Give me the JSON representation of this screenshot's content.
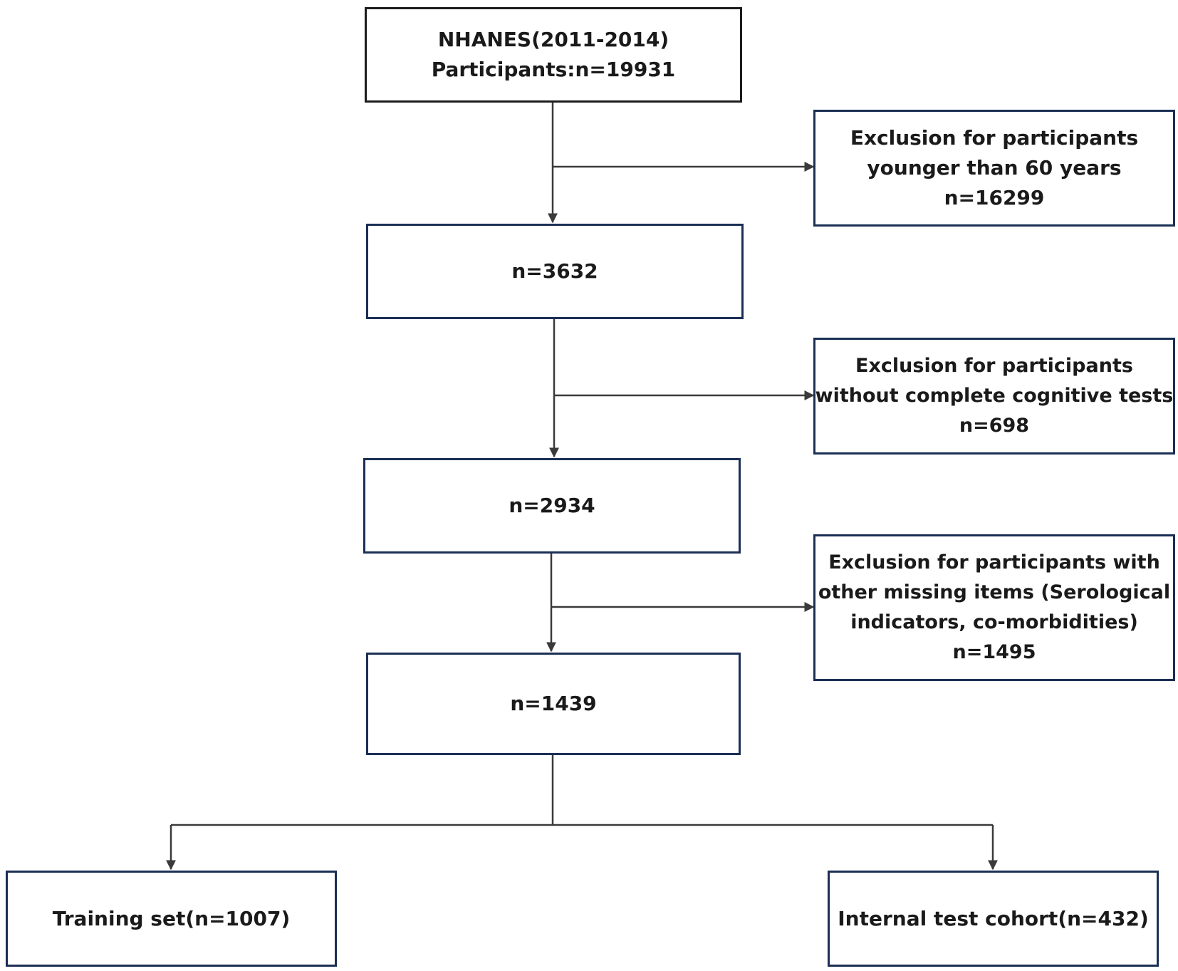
{
  "flowchart": {
    "source": {
      "line1": "NHANES(2011-2014)",
      "line2": "Participants:n=19931"
    },
    "step1": {
      "count": "n=3632"
    },
    "step2": {
      "count": "n=2934"
    },
    "step3": {
      "count": "n=1439"
    },
    "exclusion1": {
      "line1": "Exclusion for participants",
      "line2": "younger than 60 years",
      "count": "n=16299"
    },
    "exclusion2": {
      "line1": "Exclusion for participants",
      "line2": "without complete cognitive tests",
      "count": "n=698"
    },
    "exclusion3": {
      "line1": "Exclusion for participants with",
      "line2": "other missing items (Serological",
      "line3": "indicators, co-morbidities)",
      "count": "n=1495"
    },
    "outputs": {
      "training": "Training set(n=1007)",
      "internal_test": "Internal test cohort(n=432)"
    }
  },
  "colors": {
    "box_border_main": "#1c1c1c",
    "box_border_blue": "#1b2f55",
    "connector": "#3a3a3a",
    "text": "#1a1a1a"
  }
}
